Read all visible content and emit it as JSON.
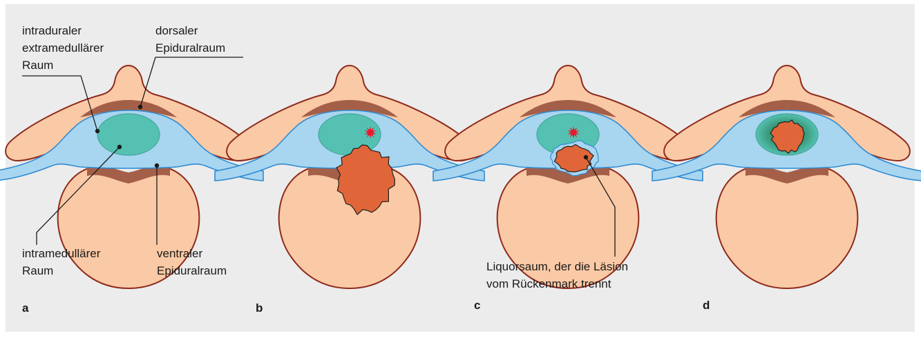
{
  "colors": {
    "background": "#ececec",
    "bone_fill": "#fac9a5",
    "bone_stroke": "#8e2a1c",
    "epidural_fill": "#a45f49",
    "dura_fill": "#a8d5ef",
    "dura_stroke": "#2f8bd2",
    "cord_fill": "#55c1b2",
    "cord_stroke": "#43a798",
    "lesion_fill": "#e0663a",
    "lesion_stroke": "#1f1f1f",
    "hemorrhage": "#e8192c",
    "leader_line": "#1a1a1a"
  },
  "panels": [
    {
      "letter": "a"
    },
    {
      "letter": "b"
    },
    {
      "letter": "c"
    },
    {
      "letter": "d"
    }
  ],
  "labels": {
    "intradural": [
      "intraduraler",
      "extramedullärer",
      "Raum"
    ],
    "dorsal": [
      "dorsaler",
      "Epiduralraum"
    ],
    "intramedullary": [
      "intramedullärer",
      "Raum"
    ],
    "ventral": [
      "ventraler",
      "Epiduralraum"
    ],
    "csf_rim": [
      "Liquorsaum, der die Läsion",
      "vom Rückenmark trennt"
    ]
  }
}
